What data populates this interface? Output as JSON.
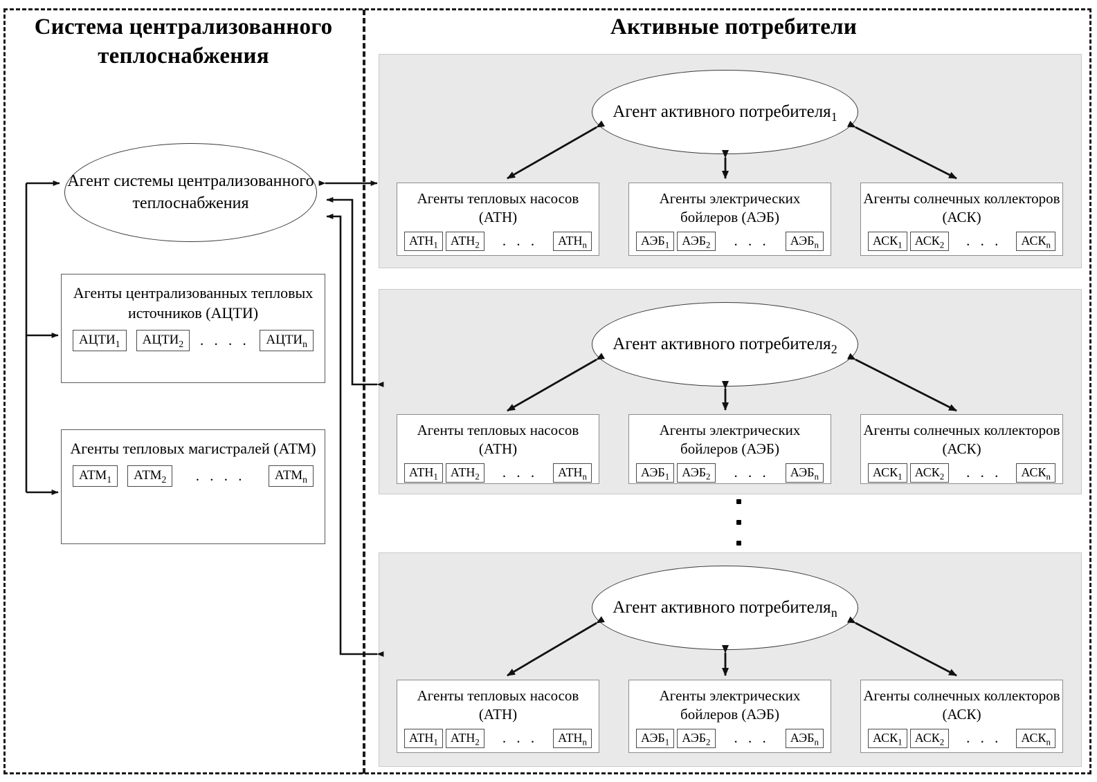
{
  "titles": {
    "left": "Система централизованного теплоснабжения",
    "right": "Активные потребители"
  },
  "left_panel": {
    "central_agent": {
      "label": "Агент системы централизованного теплоснабжения"
    },
    "boxes": [
      {
        "name": "centralized-heat-sources",
        "title": "Агенты централизованных тепловых источников (АЦТИ)",
        "chips": [
          "АЦТИ",
          "АЦТИ",
          "АЦТИ"
        ],
        "chip_subs": [
          "1",
          "2",
          "n"
        ],
        "ellipsis": ". . . ."
      },
      {
        "name": "heat-mains",
        "title": "Агенты тепловых магистралей (АТМ)",
        "chips": [
          "АТМ",
          "АТМ",
          "АТМ"
        ],
        "chip_subs": [
          "1",
          "2",
          "n"
        ],
        "ellipsis": ". . . ."
      }
    ]
  },
  "right_panel": {
    "groups": [
      {
        "agent_label": "Агент активного потребителя",
        "agent_index": "1",
        "sub_boxes": [
          {
            "name": "heat-pumps",
            "title": "Агенты тепловых насосов (АТН)",
            "chips": [
              "АТН",
              "АТН",
              "АТН"
            ],
            "chip_subs": [
              "1",
              "2",
              "n"
            ],
            "ellipsis": ". . ."
          },
          {
            "name": "electric-boilers",
            "title": "Агенты электрических бойлеров (АЭБ)",
            "chips": [
              "АЭБ",
              "АЭБ",
              "АЭБ"
            ],
            "chip_subs": [
              "1",
              "2",
              "n"
            ],
            "ellipsis": ". . ."
          },
          {
            "name": "solar-collectors",
            "title": "Агенты солнечных коллекторов (АСК)",
            "chips": [
              "АСК",
              "АСК",
              "АСК"
            ],
            "chip_subs": [
              "1",
              "2",
              "n"
            ],
            "ellipsis": ". . ."
          }
        ]
      },
      {
        "agent_label": "Агент активного потребителя",
        "agent_index": "2",
        "sub_boxes": [
          {
            "name": "heat-pumps",
            "title": "Агенты тепловых насосов (АТН)",
            "chips": [
              "АТН",
              "АТН",
              "АТН"
            ],
            "chip_subs": [
              "1",
              "2",
              "n"
            ],
            "ellipsis": ". . ."
          },
          {
            "name": "electric-boilers",
            "title": "Агенты электрических бойлеров (АЭБ)",
            "chips": [
              "АЭБ",
              "АЭБ",
              "АЭБ"
            ],
            "chip_subs": [
              "1",
              "2",
              "n"
            ],
            "ellipsis": ". . ."
          },
          {
            "name": "solar-collectors",
            "title": "Агенты солнечных коллекторов (АСК)",
            "chips": [
              "АСК",
              "АСК",
              "АСК"
            ],
            "chip_subs": [
              "1",
              "2",
              "n"
            ],
            "ellipsis": ". . ."
          }
        ]
      },
      {
        "agent_label": "Агент активного потребителя",
        "agent_index": "n",
        "sub_boxes": [
          {
            "name": "heat-pumps",
            "title": "Агенты тепловых насосов (АТН)",
            "chips": [
              "АТН",
              "АТН",
              "АТН"
            ],
            "chip_subs": [
              "1",
              "2",
              "n"
            ],
            "ellipsis": ". . ."
          },
          {
            "name": "electric-boilers",
            "title": "Агенты электрических бойлеров (АЭБ)",
            "chips": [
              "АЭБ",
              "АЭБ",
              "АЭБ"
            ],
            "chip_subs": [
              "1",
              "2",
              "n"
            ],
            "ellipsis": ". . ."
          },
          {
            "name": "solar-collectors",
            "title": "Агенты солнечных коллекторов (АСК)",
            "chips": [
              "АСК",
              "АСК",
              "АСК"
            ],
            "chip_subs": [
              "1",
              "2",
              "n"
            ],
            "ellipsis": ". . ."
          }
        ]
      }
    ],
    "vertical_ellipsis": "⋮"
  },
  "colors": {
    "line": "#1a1a1a",
    "panel_fill": "#e9e9e9",
    "box_border": "#8c8c8c",
    "background": "#ffffff"
  }
}
